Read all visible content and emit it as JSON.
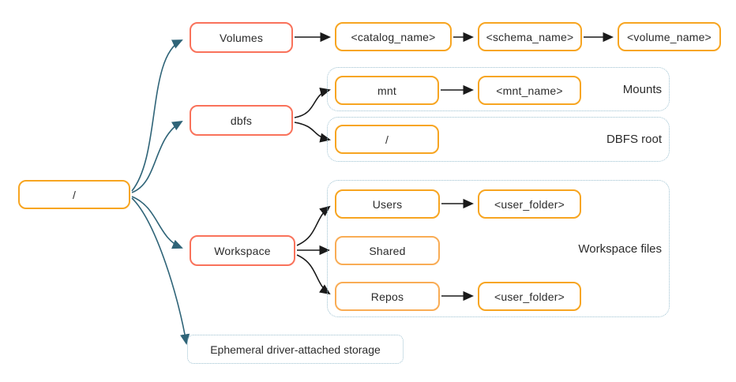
{
  "nodes": {
    "root": {
      "label": "/"
    },
    "volumes": {
      "label": "Volumes"
    },
    "catalog_name": {
      "label": "<catalog_name>"
    },
    "schema_name": {
      "label": "<schema_name>"
    },
    "volume_name": {
      "label": "<volume_name>"
    },
    "dbfs": {
      "label": "dbfs"
    },
    "mnt": {
      "label": "mnt"
    },
    "mnt_name": {
      "label": "<mnt_name>"
    },
    "dbfs_root_slash": {
      "label": "/"
    },
    "workspace": {
      "label": "Workspace"
    },
    "users": {
      "label": "Users"
    },
    "user_folder_users": {
      "label": "<user_folder>"
    },
    "shared": {
      "label": "Shared"
    },
    "repos": {
      "label": "Repos"
    },
    "user_folder_repos": {
      "label": "<user_folder>"
    }
  },
  "groups": {
    "mounts": {
      "label": "Mounts"
    },
    "dbfs_root": {
      "label": "DBFS root"
    },
    "workspace_files": {
      "label": "Workspace files"
    },
    "ephemeral": {
      "label": "Ephemeral driver-attached storage"
    }
  },
  "edges": [
    {
      "from": "/",
      "to": "Volumes"
    },
    {
      "from": "/",
      "to": "dbfs"
    },
    {
      "from": "/",
      "to": "Workspace"
    },
    {
      "from": "/",
      "to": "Ephemeral driver-attached storage"
    },
    {
      "from": "Volumes",
      "to": "<catalog_name>"
    },
    {
      "from": "<catalog_name>",
      "to": "<schema_name>"
    },
    {
      "from": "<schema_name>",
      "to": "<volume_name>"
    },
    {
      "from": "dbfs",
      "to": "mnt"
    },
    {
      "from": "dbfs",
      "to": "/ (DBFS root)"
    },
    {
      "from": "mnt",
      "to": "<mnt_name>"
    },
    {
      "from": "Workspace",
      "to": "Users"
    },
    {
      "from": "Workspace",
      "to": "Shared"
    },
    {
      "from": "Workspace",
      "to": "Repos"
    },
    {
      "from": "Users",
      "to": "<user_folder>"
    },
    {
      "from": "Repos",
      "to": "<user_folder>"
    }
  ],
  "colors": {
    "amber_border": "#F7A521",
    "light_orange_border": "#F9AC55",
    "salmon_border": "#F9725B",
    "dotted_group_border": "#9CC0D0",
    "teal_arrow": "#2F6478",
    "black_arrow": "#1A1A1A",
    "text": "#2B2B2B",
    "background": "#FFFFFF"
  }
}
